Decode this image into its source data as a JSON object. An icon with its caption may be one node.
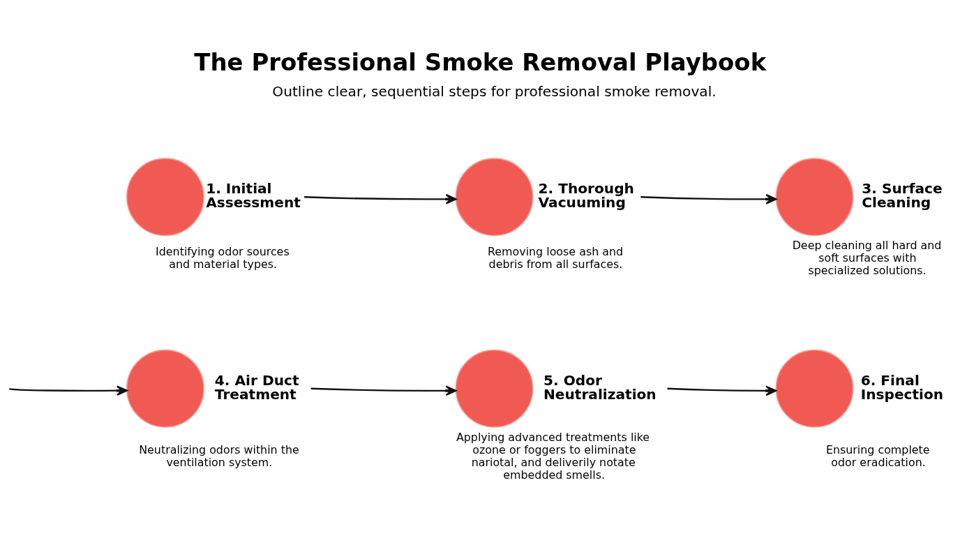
{
  "diagram": {
    "title": "The Professional Smoke Removal Playbook",
    "nodes": [
      {
        "text": [
          "1. Initial Assessment"
        ],
        "beside": [
          "Identifying odor sources and material types."
        ]
      },
      {
        "text": [
          "2. Thorough Vacuuming"
        ],
        "beside": [
          "Removing loose ash and debris from all surfaces."
        ]
      },
      {
        "text": [
          "3. Surface Cleaning"
        ],
        "beside": [
          "Deep cleaning all hard and soft surfaces with specialized solutions."
        ]
      },
      {
        "text": [
          "4. Air Duct Treatment"
        ],
        "beside": [
          "Neutralizing odors within the ventilation system."
        ]
      },
      {
        "text": [
          "5. Odor Neutralization"
        ],
        "beside": [
          "Applying advanced treatments like ozone or foggers to eliminate nariotal, and deliverily notate embedded smells."
        ]
      },
      {
        "text": [
          "6. Final Inspection"
        ],
        "beside": [
          "Ensuring complete odor eradication."
        ]
      }
    ],
    "edges": [
      {
        "from": 0,
        "to": 1,
        "arrow": "to"
      },
      {
        "from": 1,
        "to": 2,
        "arrow": "to"
      },
      {
        "from": null,
        "to": 3,
        "arrow": "to"
      },
      {
        "from": 3,
        "to": 4,
        "arrow": "to"
      },
      {
        "from": 4,
        "to": 5,
        "arrow": "to"
      }
    ],
    "labels": [
      "Outline clear, sequential steps for professional smoke removal."
    ]
  }
}
